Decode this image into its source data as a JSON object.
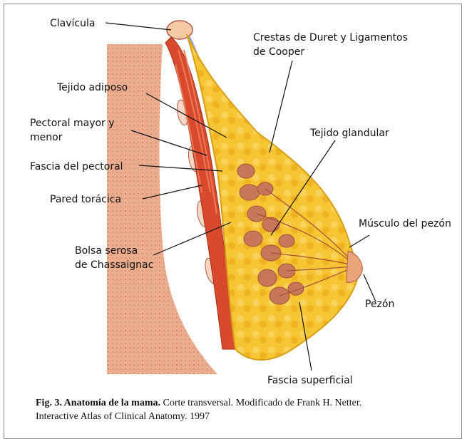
{
  "labels": {
    "clavicula": "Clavícula",
    "crestas_1": "Crestas de Duret y Ligamentos",
    "crestas_2": "de Cooper",
    "tejido_adiposo": "Tejido adiposo",
    "pectoral_1": "Pectoral mayor y",
    "pectoral_2": "menor",
    "fascia_pectoral": "Fascia del pectoral",
    "tejido_glandular": "Tejido glandular",
    "pared_toracica": "Pared torácica",
    "musculo_pezon": "Músculo del pezón",
    "bolsa_1": "Bolsa serosa",
    "bolsa_2": "de Chassaignac",
    "pezon": "Pezón",
    "fascia_superficial": "Fascia superficial"
  },
  "caption": {
    "bold": "Fig. 3. Anatomía de la mama.",
    "line1_rest": " Corte transversal. Modificado de Frank H. Netter.",
    "line2": "Interactive Atlas of Clinical Anatomy. 1997"
  },
  "colors": {
    "skin": "#f2b48a",
    "muscle": "#d9442a",
    "fat": "#f5c02a",
    "gland": "#c8785a",
    "fascia": "#9aa8d8"
  }
}
